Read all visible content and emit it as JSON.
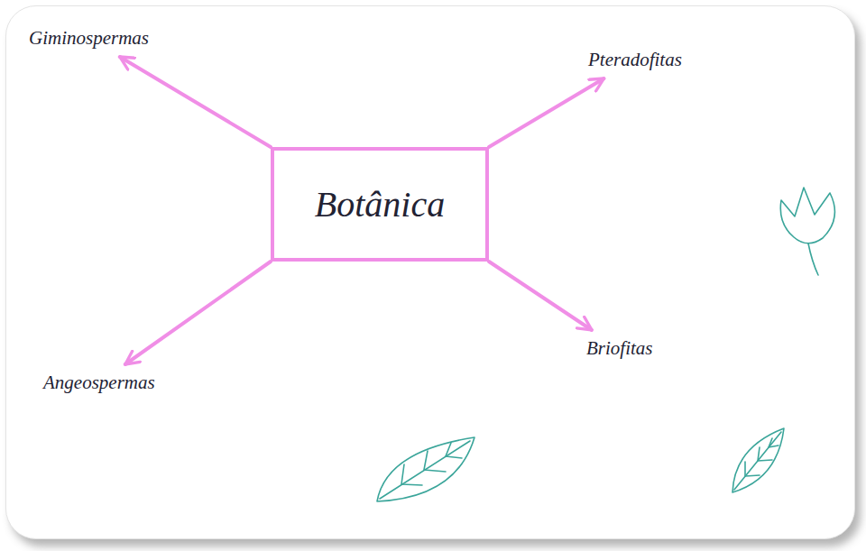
{
  "diagram": {
    "nodes": [
      {
        "text": [
          "Botânica"
        ]
      },
      {
        "text": [
          "Giminospermas"
        ]
      },
      {
        "text": [
          "Pteradofitas"
        ]
      },
      {
        "text": [
          "Angeospermas"
        ]
      },
      {
        "text": [
          "Briofitas"
        ]
      }
    ],
    "edges": [
      {
        "from": 0,
        "to": 1,
        "arrow": "to"
      },
      {
        "from": 0,
        "to": 2,
        "arrow": "to"
      },
      {
        "from": 0,
        "to": 3,
        "arrow": "to"
      },
      {
        "from": 0,
        "to": 4,
        "arrow": "to"
      }
    ]
  }
}
